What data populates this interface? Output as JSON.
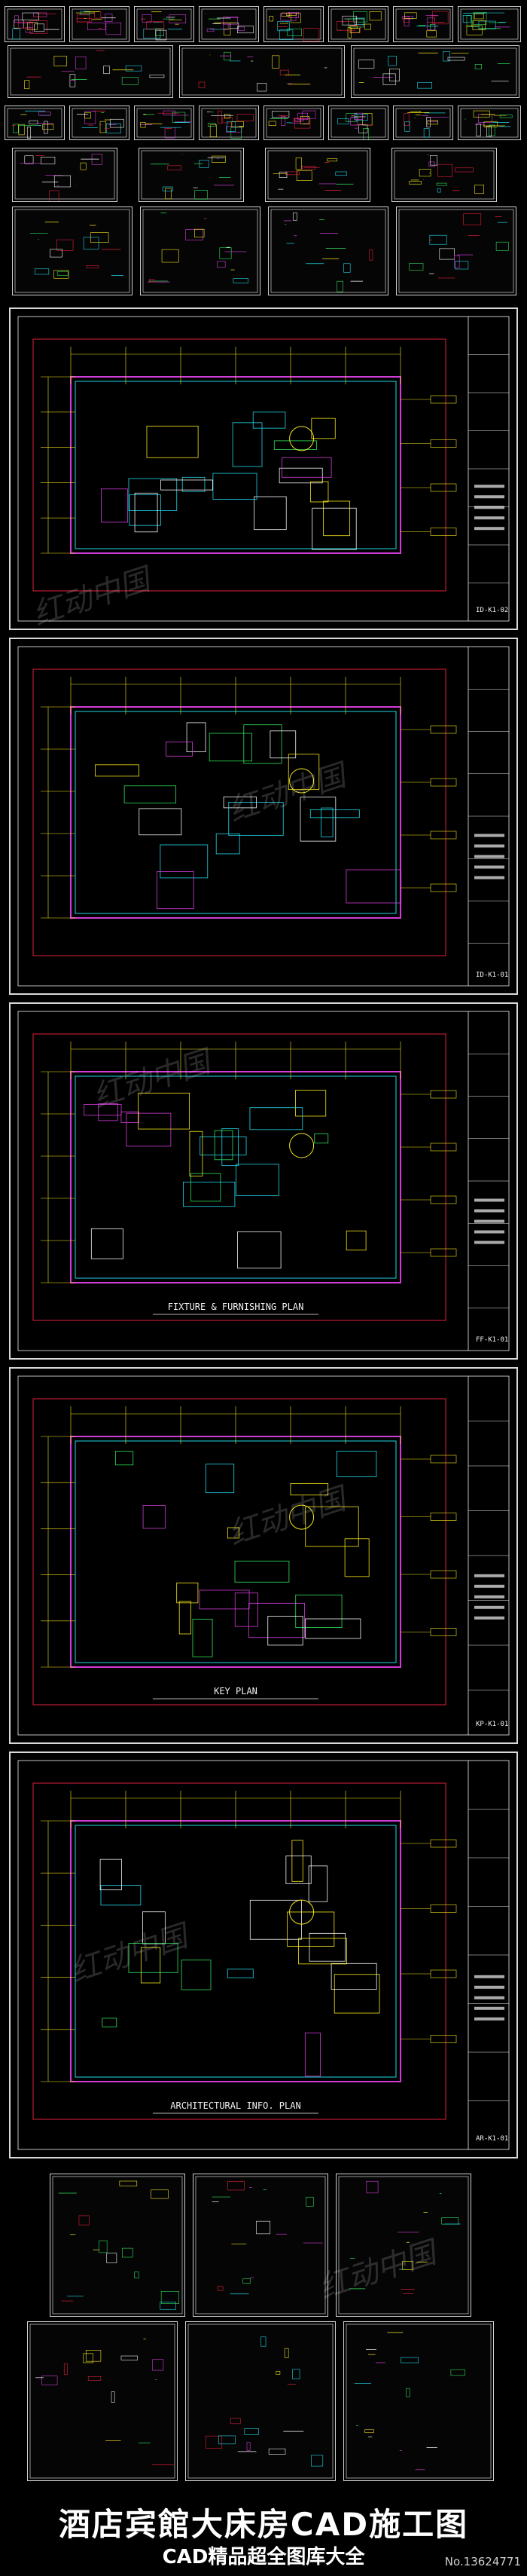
{
  "title_bar": {
    "main_title": "酒店宾館大床房CAD施工图",
    "sub_title": "CAD精品超全图库大全",
    "image_no": "No.13624771"
  },
  "watermark": {
    "text": "红动中国"
  },
  "panels": [
    {
      "title": "",
      "sheet_no": "ID-K1-02"
    },
    {
      "title": "",
      "sheet_no": "ID-K1-01"
    },
    {
      "title": "FIXTURE & FURNISHING PLAN",
      "sheet_no": "FF-K1-01"
    },
    {
      "title": "KEY PLAN",
      "sheet_no": "KP-K1-01"
    },
    {
      "title": "ARCHITECTURAL INFO. PLAN",
      "sheet_no": "AR-K1-01"
    }
  ],
  "colors": {
    "background": "#000000",
    "frame": "#d9d9d9",
    "yellow": "#f5e61b",
    "red": "#e0203a",
    "magenta": "#d23cd8",
    "cyan": "#22d6e8",
    "green": "#2fe05a",
    "white": "#f2f2f2"
  }
}
